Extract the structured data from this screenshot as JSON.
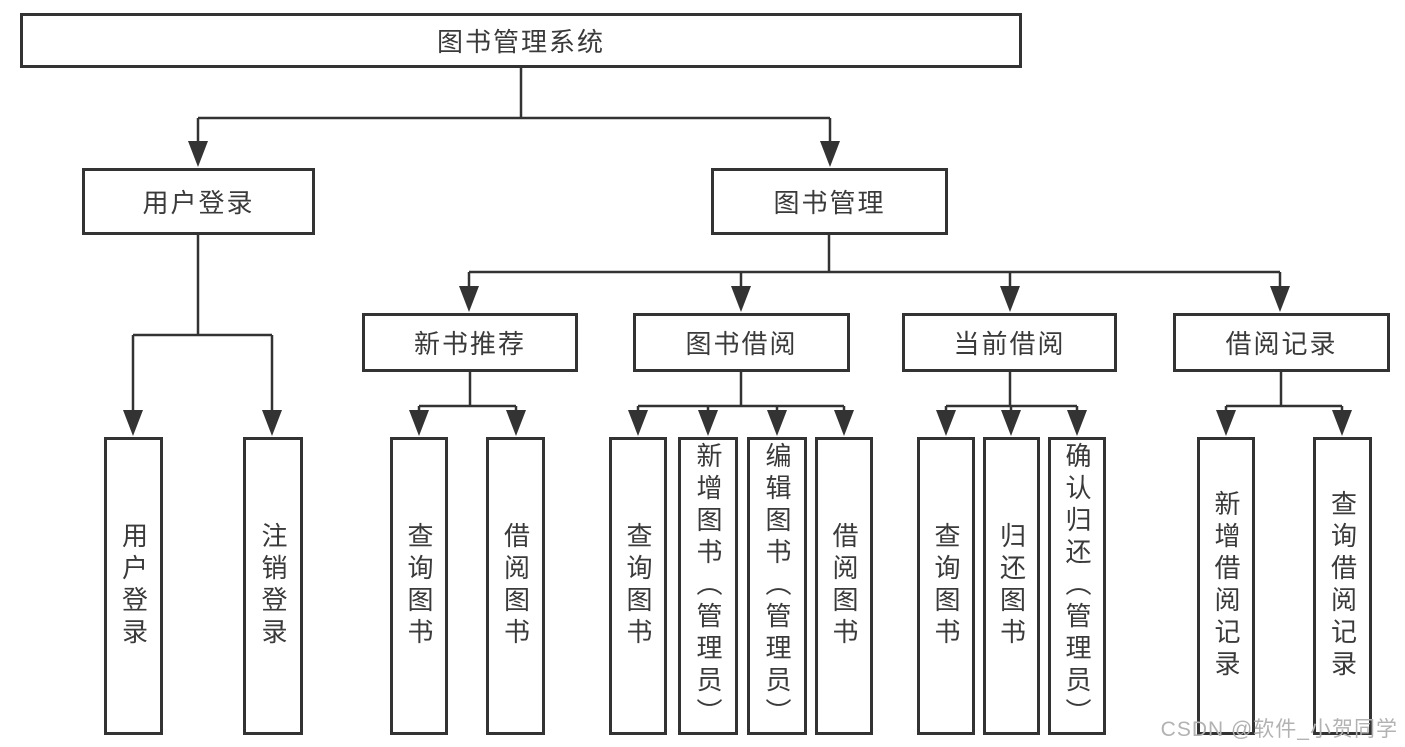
{
  "diagram": {
    "root": {
      "label": "图书管理系统"
    },
    "branches": [
      {
        "label": "用户登录",
        "children": [
          "用户登录",
          "注销登录"
        ]
      },
      {
        "label": "图书管理",
        "children": [
          {
            "label": "新书推荐",
            "children": [
              "查询图书",
              "借阅图书"
            ]
          },
          {
            "label": "图书借阅",
            "children": [
              "查询图书",
              "新增图书（管理员）",
              "编辑图书（管理员）",
              "借阅图书"
            ]
          },
          {
            "label": "当前借阅",
            "children": [
              "查询图书",
              "归还图书",
              "确认归还（管理员）"
            ]
          },
          {
            "label": "借阅记录",
            "children": [
              "新增借阅记录",
              "查询借阅记录"
            ]
          }
        ]
      }
    ]
  },
  "watermark": {
    "text": "CSDN @软件_小贺同学"
  },
  "colors": {
    "line": "#333333",
    "text": "#3a3a3a",
    "background": "#ffffff",
    "watermark": "#b2b2b2"
  }
}
